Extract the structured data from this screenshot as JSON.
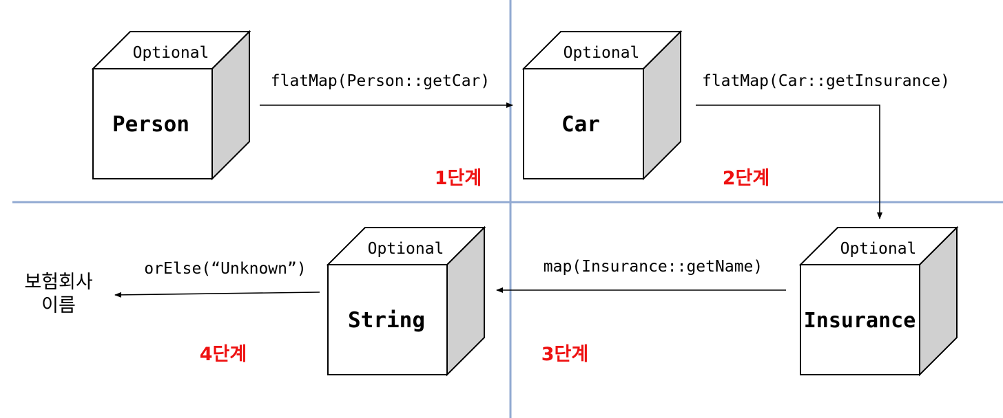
{
  "colors": {
    "divider": "#92AAD2",
    "cube_side": "#D0D0D0",
    "cube_face": "#FFFFFF",
    "stroke": "#000000",
    "stage_label": "#EE1111"
  },
  "boxes": [
    {
      "id": "person",
      "wrapper": "Optional",
      "content": "Person"
    },
    {
      "id": "car",
      "wrapper": "Optional",
      "content": "Car"
    },
    {
      "id": "insurance",
      "wrapper": "Optional",
      "content": "Insurance"
    },
    {
      "id": "string",
      "wrapper": "Optional",
      "content": "String"
    }
  ],
  "operations": [
    {
      "id": "op1",
      "label": "flatMap(Person::getCar)"
    },
    {
      "id": "op2",
      "label": "flatMap(Car::getInsurance)"
    },
    {
      "id": "op3",
      "label": "map(Insurance::getName)"
    },
    {
      "id": "op4",
      "label": "orElse(“Unknown”)"
    }
  ],
  "stages": [
    {
      "id": "stage1",
      "label": "1단계"
    },
    {
      "id": "stage2",
      "label": "2단계"
    },
    {
      "id": "stage3",
      "label": "3단계"
    },
    {
      "id": "stage4",
      "label": "4단계"
    }
  ],
  "result": {
    "line1": "보험회사",
    "line2": "이름"
  }
}
